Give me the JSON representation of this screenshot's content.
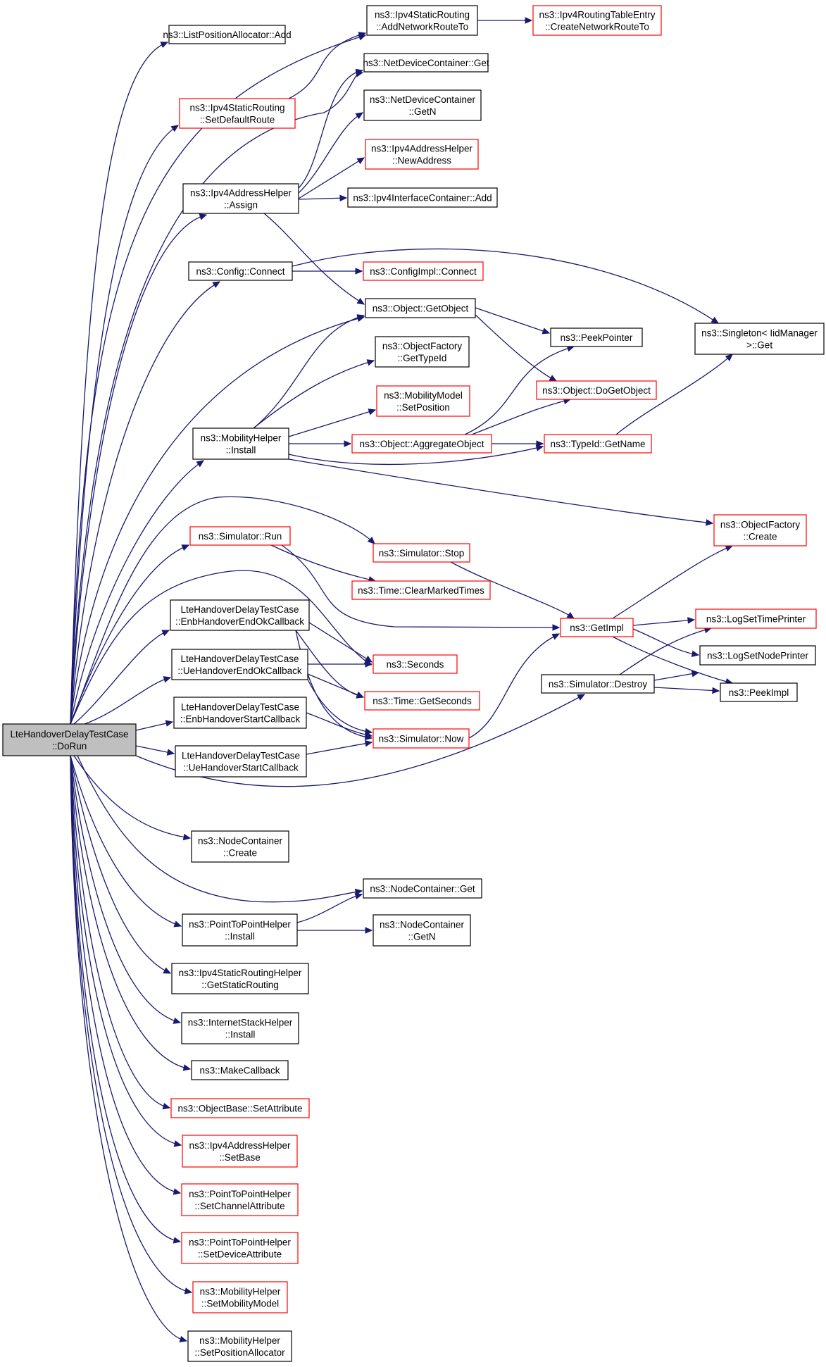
{
  "colors": {
    "edge": "#191970",
    "border_normal": "#000000",
    "border_truncated": "#ff0000",
    "fill_root": "#bfbfbf",
    "fill_node": "#ffffff"
  },
  "nodes": {
    "root": {
      "lines": [
        "LteHandoverDelayTestCase",
        "::DoRun"
      ],
      "style": "root"
    },
    "listPosAdd": {
      "lines": [
        "ns3::ListPositionAllocator::Add"
      ],
      "style": "normal"
    },
    "ipv4SrAddNet": {
      "lines": [
        "ns3::Ipv4StaticRouting",
        "::AddNetworkRouteTo"
      ],
      "style": "normal"
    },
    "ipv4RteCreate": {
      "lines": [
        "ns3::Ipv4RoutingTableEntry",
        "::CreateNetworkRouteTo"
      ],
      "style": "truncated"
    },
    "ipv4SrDefault": {
      "lines": [
        "ns3::Ipv4StaticRouting",
        "::SetDefaultRoute"
      ],
      "style": "truncated"
    },
    "ndcGet": {
      "lines": [
        "ns3::NetDeviceContainer::Get"
      ],
      "style": "normal"
    },
    "ndcGetN": {
      "lines": [
        "ns3::NetDeviceContainer",
        "::GetN"
      ],
      "style": "normal"
    },
    "ipv4AhNewAddr": {
      "lines": [
        "ns3::Ipv4AddressHelper",
        "::NewAddress"
      ],
      "style": "truncated"
    },
    "ipv4AhAssign": {
      "lines": [
        "ns3::Ipv4AddressHelper",
        "::Assign"
      ],
      "style": "normal"
    },
    "ipv4IcAdd": {
      "lines": [
        "ns3::Ipv4InterfaceContainer::Add"
      ],
      "style": "normal"
    },
    "cfgConnect": {
      "lines": [
        "ns3::Config::Connect"
      ],
      "style": "normal"
    },
    "cfgImplConnect": {
      "lines": [
        "ns3::ConfigImpl::Connect"
      ],
      "style": "truncated"
    },
    "objGetObject": {
      "lines": [
        "ns3::Object::GetObject"
      ],
      "style": "normal"
    },
    "peekPointer": {
      "lines": [
        "ns3::PeekPointer"
      ],
      "style": "normal"
    },
    "singletonGet": {
      "lines": [
        "ns3::Singleton< IidManager",
        ">::Get"
      ],
      "style": "normal"
    },
    "ofGetTypeId": {
      "lines": [
        "ns3::ObjectFactory",
        "::GetTypeId"
      ],
      "style": "normal"
    },
    "objDoGetObject": {
      "lines": [
        "ns3::Object::DoGetObject"
      ],
      "style": "truncated"
    },
    "mmSetPosition": {
      "lines": [
        "ns3::MobilityModel",
        "::SetPosition"
      ],
      "style": "truncated"
    },
    "mhInstall": {
      "lines": [
        "ns3::MobilityHelper",
        "::Install"
      ],
      "style": "normal"
    },
    "objAggregate": {
      "lines": [
        "ns3::Object::AggregateObject"
      ],
      "style": "truncated"
    },
    "typeIdGetName": {
      "lines": [
        "ns3::TypeId::GetName"
      ],
      "style": "truncated"
    },
    "ofCreate": {
      "lines": [
        "ns3::ObjectFactory",
        "::Create"
      ],
      "style": "truncated"
    },
    "simRun": {
      "lines": [
        "ns3::Simulator::Run"
      ],
      "style": "truncated"
    },
    "simStop": {
      "lines": [
        "ns3::Simulator::Stop"
      ],
      "style": "truncated"
    },
    "timeClear": {
      "lines": [
        "ns3::Time::ClearMarkedTimes"
      ],
      "style": "truncated"
    },
    "enbHoEndOk": {
      "lines": [
        "LteHandoverDelayTestCase",
        "::EnbHandoverEndOkCallback"
      ],
      "style": "normal"
    },
    "getImpl": {
      "lines": [
        "ns3::GetImpl"
      ],
      "style": "truncated"
    },
    "logSetTime": {
      "lines": [
        "ns3::LogSetTimePrinter"
      ],
      "style": "truncated"
    },
    "ueHoEndOk": {
      "lines": [
        "LteHandoverDelayTestCase",
        "::UeHandoverEndOkCallback"
      ],
      "style": "normal"
    },
    "seconds": {
      "lines": [
        "ns3::Seconds"
      ],
      "style": "truncated"
    },
    "logSetNode": {
      "lines": [
        "ns3::LogSetNodePrinter"
      ],
      "style": "normal"
    },
    "simDestroy": {
      "lines": [
        "ns3::Simulator::Destroy"
      ],
      "style": "normal"
    },
    "peekImpl": {
      "lines": [
        "ns3::PeekImpl"
      ],
      "style": "normal"
    },
    "timeGetSeconds": {
      "lines": [
        "ns3::Time::GetSeconds"
      ],
      "style": "truncated"
    },
    "enbHoStart": {
      "lines": [
        "LteHandoverDelayTestCase",
        "::EnbHandoverStartCallback"
      ],
      "style": "normal"
    },
    "simNow": {
      "lines": [
        "ns3::Simulator::Now"
      ],
      "style": "truncated"
    },
    "ueHoStart": {
      "lines": [
        "LteHandoverDelayTestCase",
        "::UeHandoverStartCallback"
      ],
      "style": "normal"
    },
    "ncCreate": {
      "lines": [
        "ns3::NodeContainer",
        "::Create"
      ],
      "style": "normal"
    },
    "ncGet": {
      "lines": [
        "ns3::NodeContainer::Get"
      ],
      "style": "normal"
    },
    "p2pInstall": {
      "lines": [
        "ns3::PointToPointHelper",
        "::Install"
      ],
      "style": "normal"
    },
    "ncGetN": {
      "lines": [
        "ns3::NodeContainer",
        "::GetN"
      ],
      "style": "normal"
    },
    "ipv4SrhGet": {
      "lines": [
        "ns3::Ipv4StaticRoutingHelper",
        "::GetStaticRouting"
      ],
      "style": "normal"
    },
    "ishInstall": {
      "lines": [
        "ns3::InternetStackHelper",
        "::Install"
      ],
      "style": "normal"
    },
    "makeCallback": {
      "lines": [
        "ns3::MakeCallback"
      ],
      "style": "normal"
    },
    "obSetAttr": {
      "lines": [
        "ns3::ObjectBase::SetAttribute"
      ],
      "style": "truncated"
    },
    "ipv4AhSetBase": {
      "lines": [
        "ns3::Ipv4AddressHelper",
        "::SetBase"
      ],
      "style": "truncated"
    },
    "p2pSetChan": {
      "lines": [
        "ns3::PointToPointHelper",
        "::SetChannelAttribute"
      ],
      "style": "truncated"
    },
    "p2pSetDev": {
      "lines": [
        "ns3::PointToPointHelper",
        "::SetDeviceAttribute"
      ],
      "style": "truncated"
    },
    "mhSetModel": {
      "lines": [
        "ns3::MobilityHelper",
        "::SetMobilityModel"
      ],
      "style": "truncated"
    },
    "mhSetPosAlloc": {
      "lines": [
        "ns3::MobilityHelper",
        "::SetPositionAllocator"
      ],
      "style": "normal"
    }
  }
}
